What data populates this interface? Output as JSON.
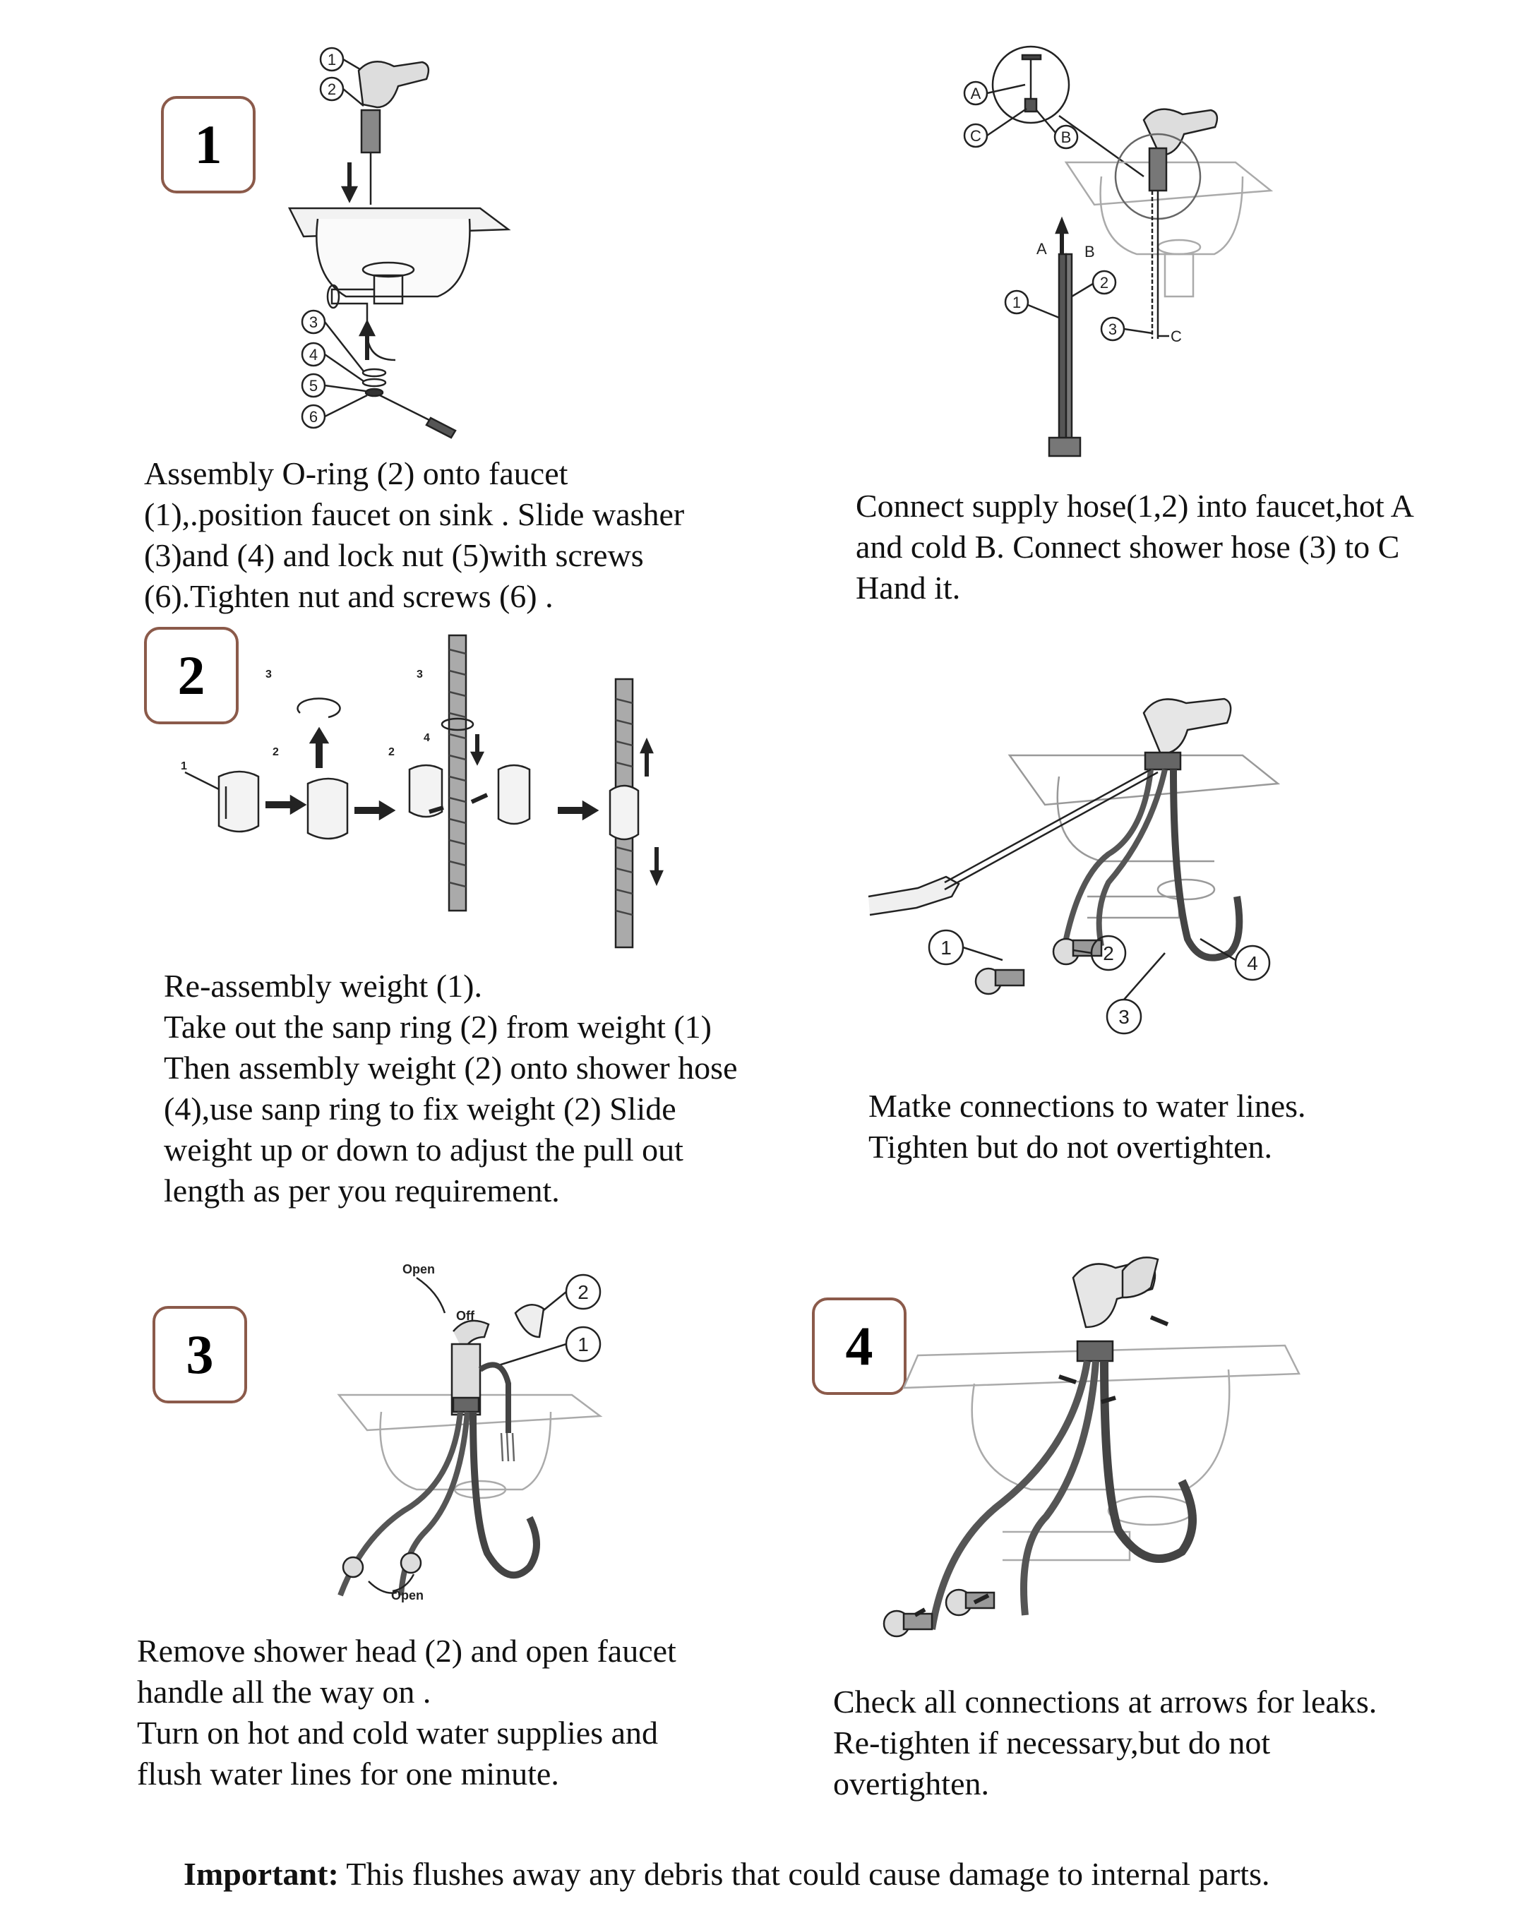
{
  "steps": [
    {
      "number": "1"
    },
    {
      "number": "2"
    },
    {
      "number": "3"
    },
    {
      "number": "4"
    }
  ],
  "step1": {
    "lines": [
      "Assembly O-ring (2) onto faucet",
      "(1),.position faucet on sink . Slide washer",
      "(3)and (4) and lock nut (5)with screws",
      "(6).Tighten nut and screws (6) ."
    ],
    "callouts": [
      "1",
      "2",
      "3",
      "4",
      "5",
      "6"
    ]
  },
  "supply": {
    "lines": [
      "Connect supply hose(1,2) into faucet,hot A",
      "and cold B. Connect shower hose (3) to C",
      "Hand it."
    ],
    "callouts": [
      "A",
      "B",
      "C",
      "1",
      "2",
      "3"
    ]
  },
  "step2": {
    "lines": [
      "Re-assembly weight (1).",
      "Take out the sanp ring (2) from weight (1)",
      "Then assembly weight (2) onto shower hose",
      "(4),use sanp ring to fix weight (2) Slide",
      "weight up or down to adjust the pull out",
      "length as per you requirement."
    ],
    "callouts": [
      "1",
      "2",
      "3",
      "2",
      "3",
      "4"
    ]
  },
  "water_lines": {
    "lines": [
      "Matke connections to water lines.",
      "Tighten but do not overtighten."
    ],
    "callouts": [
      "1",
      "2",
      "3",
      "4"
    ]
  },
  "step3": {
    "lines": [
      "Remove shower head (2) and open  faucet",
      "handle all the way on .",
      "Turn on hot and cold water supplies and",
      "flush water lines for one minute."
    ],
    "callouts": [
      "2",
      "1"
    ],
    "labels": {
      "open_top": "Open",
      "off": "Off",
      "open_bottom": "Open"
    }
  },
  "step4": {
    "lines": [
      "Check all connections at arrows for leaks.",
      "Re-tighten if necessary,but do not",
      "overtighten."
    ]
  },
  "footer": {
    "important_label": "Important:",
    "text": " This flushes away any debris that could cause damage to internal parts."
  },
  "colors": {
    "step_box_border": "#8b5a4a",
    "text": "#111111",
    "drawing": "#222222"
  }
}
